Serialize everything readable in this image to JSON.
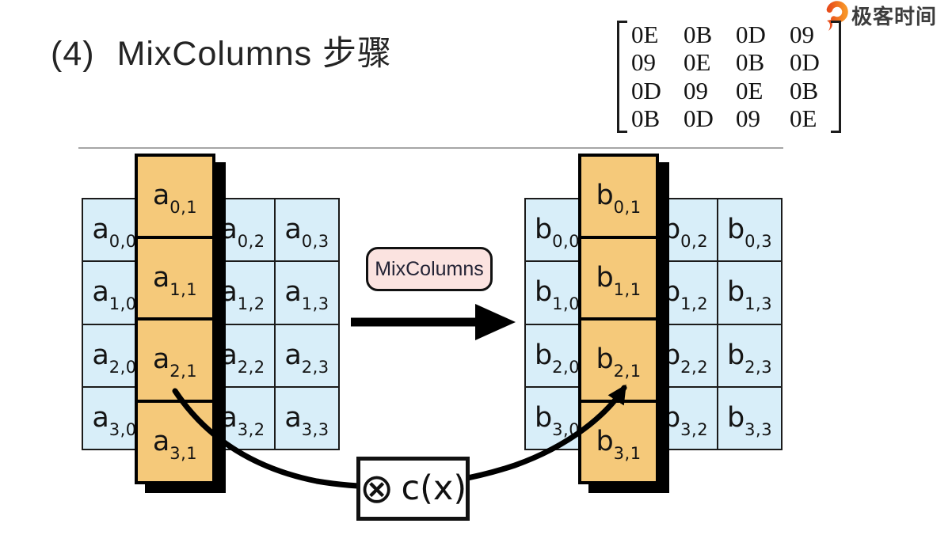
{
  "title": {
    "number": "(4)",
    "text": "MixColumns 步骤"
  },
  "brand": {
    "name": "极客时间",
    "icon": "geektime-ring-icon",
    "icon_colors": [
      "#e84e1b",
      "#f79428"
    ],
    "text_color": "#3d3d3d"
  },
  "matrix": {
    "rows": [
      [
        "0E",
        "0B",
        "0D",
        "09"
      ],
      [
        "09",
        "0E",
        "0B",
        "0D"
      ],
      [
        "0D",
        "09",
        "0E",
        "0B"
      ],
      [
        "0B",
        "0D",
        "09",
        "0E"
      ]
    ]
  },
  "flow": {
    "mixcolumns_label": "MixColumns",
    "transform_symbol": "⊗",
    "transform_label": "c(x)"
  },
  "grids": {
    "left": {
      "cells": [
        {
          "base": "a",
          "sub": "0,0"
        },
        {
          "base": "a",
          "sub": "0,1"
        },
        {
          "base": "a",
          "sub": "0,2"
        },
        {
          "base": "a",
          "sub": "0,3"
        },
        {
          "base": "a",
          "sub": "1,0"
        },
        {
          "base": "a",
          "sub": "1,1"
        },
        {
          "base": "a",
          "sub": "1,2"
        },
        {
          "base": "a",
          "sub": "1,3"
        },
        {
          "base": "a",
          "sub": "2,0"
        },
        {
          "base": "a",
          "sub": "2,1"
        },
        {
          "base": "a",
          "sub": "2,2"
        },
        {
          "base": "a",
          "sub": "2,3"
        },
        {
          "base": "a",
          "sub": "3,0"
        },
        {
          "base": "a",
          "sub": "3,1"
        },
        {
          "base": "a",
          "sub": "3,2"
        },
        {
          "base": "a",
          "sub": "3,3"
        }
      ],
      "column": [
        {
          "base": "a",
          "sub": "0,1"
        },
        {
          "base": "a",
          "sub": "1,1"
        },
        {
          "base": "a",
          "sub": "2,1"
        },
        {
          "base": "a",
          "sub": "3,1"
        }
      ]
    },
    "right": {
      "cells": [
        {
          "base": "b",
          "sub": "0,0"
        },
        {
          "base": "b",
          "sub": "0,1"
        },
        {
          "base": "b",
          "sub": "0,2"
        },
        {
          "base": "b",
          "sub": "0,3"
        },
        {
          "base": "b",
          "sub": "1,0"
        },
        {
          "base": "b",
          "sub": "1,1"
        },
        {
          "base": "b",
          "sub": "1,2"
        },
        {
          "base": "b",
          "sub": "1,3"
        },
        {
          "base": "b",
          "sub": "2,0"
        },
        {
          "base": "b",
          "sub": "2,1"
        },
        {
          "base": "b",
          "sub": "2,2"
        },
        {
          "base": "b",
          "sub": "2,3"
        },
        {
          "base": "b",
          "sub": "3,0"
        },
        {
          "base": "b",
          "sub": "3,1"
        },
        {
          "base": "b",
          "sub": "3,2"
        },
        {
          "base": "b",
          "sub": "3,3"
        }
      ],
      "column": [
        {
          "base": "b",
          "sub": "0,1"
        },
        {
          "base": "b",
          "sub": "1,1"
        },
        {
          "base": "b",
          "sub": "2,1"
        },
        {
          "base": "b",
          "sub": "3,1"
        }
      ]
    }
  },
  "colors": {
    "cell_blue": "#d8eef9",
    "cell_orange": "#f5c97a",
    "label_pink": "#fbe3e0",
    "divider_gray": "#a6a6a6",
    "stroke_black": "#000000"
  }
}
